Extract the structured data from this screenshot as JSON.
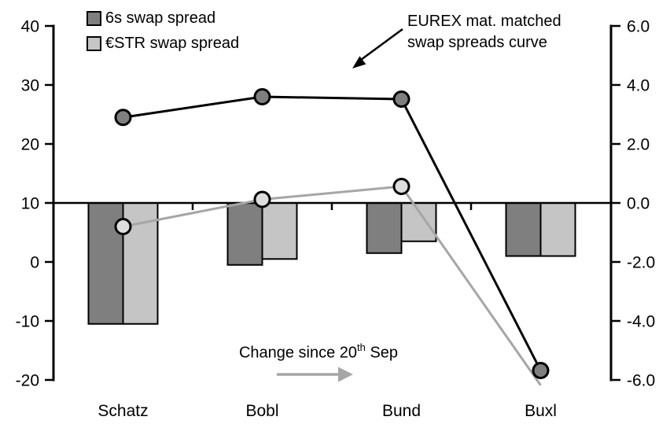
{
  "chart_data": {
    "type": "bar+line",
    "title": "",
    "categories": [
      "Schatz",
      "Bobl",
      "Bund",
      "Buxl"
    ],
    "left_axis": {
      "tick_labels": [
        "40",
        "30",
        "20",
        "10",
        "0",
        "-10",
        "-20"
      ],
      "tick_values": [
        40,
        30,
        20,
        10,
        0,
        -10,
        -20
      ],
      "range": [
        -20,
        40
      ],
      "used_by": "swap spread level lines"
    },
    "right_axis": {
      "tick_labels": [
        "6.0",
        "4.0",
        "2.0",
        "0.0",
        "-2.0",
        "-4.0",
        "-6.0"
      ],
      "tick_values": [
        6,
        4,
        2,
        0,
        -2,
        -4,
        -6
      ],
      "range": [
        -6,
        6
      ],
      "used_by": "change-since-20-Sep bars"
    },
    "grid": "off",
    "bar_baseline_right_value": 0,
    "bar_series": [
      {
        "name": "6s swap spread",
        "axis": "right",
        "color": "#7f7f7f",
        "values": [
          -4.1,
          -2.1,
          -1.7,
          -1.8
        ]
      },
      {
        "name": "€STR swap spread",
        "axis": "right",
        "color": "#c5c5c5",
        "values": [
          -4.1,
          -1.9,
          -1.3,
          -1.8
        ]
      }
    ],
    "line_series": [
      {
        "name": "6s swap spread",
        "axis": "left",
        "line_color": "#000000",
        "marker_fill": "#7f7f7f",
        "values": [
          24.5,
          28.0,
          27.6,
          -18.4
        ],
        "marker_at": [
          true,
          true,
          true,
          true
        ]
      },
      {
        "name": "€STR swap spread",
        "axis": "left",
        "line_color": "#a6a6a6",
        "marker_fill": "#dedede",
        "values": [
          6.0,
          10.6,
          12.8,
          -20.9
        ],
        "marker_at": [
          true,
          true,
          true,
          false
        ]
      }
    ],
    "legend": {
      "position": "top-left",
      "entries": [
        {
          "label": "6s swap spread",
          "swatch": "#7f7f7f"
        },
        {
          "label": "€STR swap spread",
          "swatch": "#c5c5c5"
        }
      ]
    }
  },
  "annotations": {
    "curve_note": {
      "line1": "EUREX mat. matched",
      "line2": "swap spreads curve",
      "arrow_color": "#000000"
    },
    "change_note": {
      "pre": "Change since 20",
      "sup": "th",
      "post": " Sep",
      "arrow_color": "#a6a6a6"
    }
  },
  "colors": {
    "background": "#ffffff",
    "axis": "#000000",
    "bar_dark": "#7f7f7f",
    "bar_light": "#c5c5c5",
    "line_dark": "#000000",
    "line_gray": "#a6a6a6",
    "marker_dark_fill": "#7f7f7f",
    "marker_light_fill": "#dedede"
  }
}
